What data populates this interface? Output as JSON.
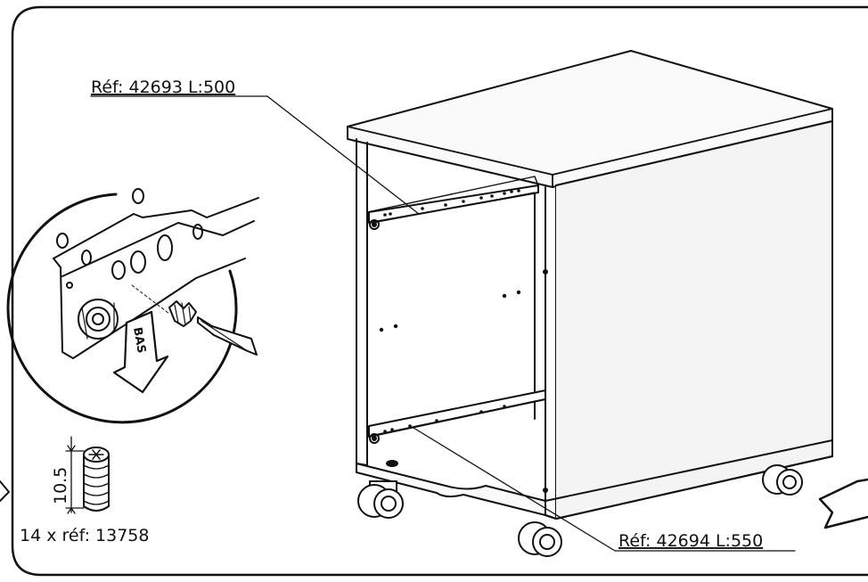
{
  "diagram": {
    "callouts": {
      "top_slide": "Réf: 42693 L:500",
      "bottom_slide": "Réf: 42694 L:550"
    },
    "detail": {
      "direction_label": "BAS"
    },
    "hardware": {
      "length_label": "10.5",
      "quantity_label": "14 x réf: 13758"
    },
    "colors": {
      "line": "#111111",
      "background": "#ffffff",
      "panel_tint": "#f4f4f4"
    }
  }
}
